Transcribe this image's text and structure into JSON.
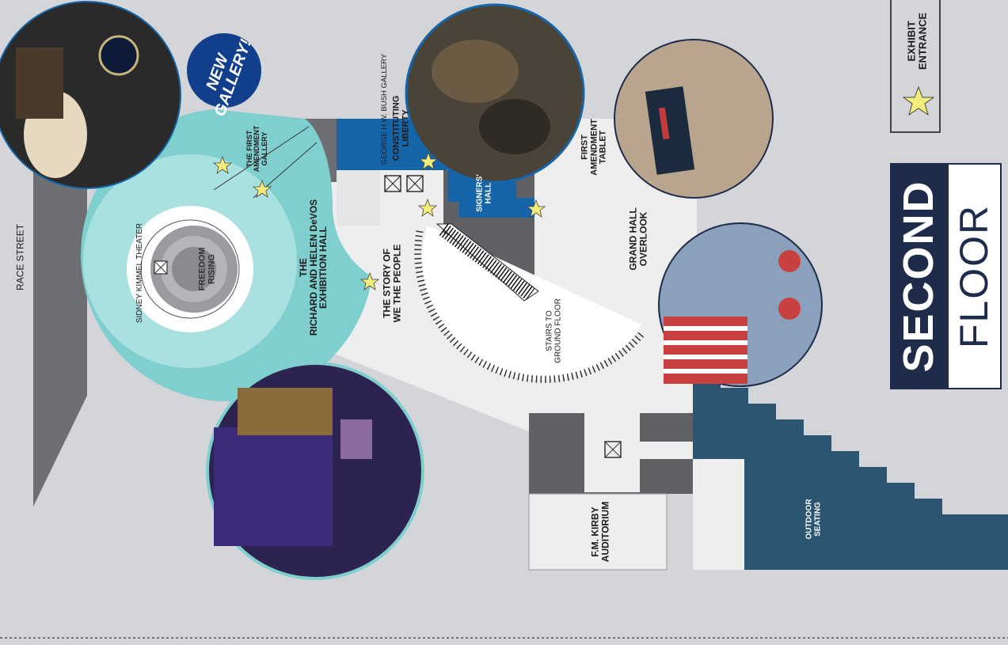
{
  "floor": {
    "word1": "SECOND",
    "word2": "FLOOR"
  },
  "legend": {
    "label_line1": "EXHIBIT",
    "label_line2": "ENTRANCE",
    "icon": "star-icon"
  },
  "badge": {
    "line1": "NEW",
    "line2": "GALLERY!"
  },
  "labels": {
    "race_street": "RACE STREET",
    "theater_ring": "SIDNEY KIMMEL THEATER",
    "freedom_rising": [
      "FREEDOM",
      "RISING"
    ],
    "exhibition_hall": [
      "THE",
      "RICHARD AND HELEN DeVOS",
      "EXHIBITION HALL"
    ],
    "first_amendment_gallery": [
      "THE FIRST",
      "AMENDMENT",
      "GALLERY"
    ],
    "bush_gallery": [
      "GEORGE H.W. BUSH GALLERY"
    ],
    "constituting_liberty": [
      "CONSTITUTING",
      "LIBERTY"
    ],
    "story_we_the_people": [
      "THE STORY OF",
      "WE THE PEOPLE"
    ],
    "signers_hall": [
      "SIGNERS'",
      "HALL"
    ],
    "stairs": [
      "STAIRS TO",
      "GROUND FLOOR"
    ],
    "first_amendment_tablet": [
      "FIRST",
      "AMENDMENT",
      "TABLET"
    ],
    "grand_hall_overlook": [
      "GRAND HALL",
      "OVERLOOK"
    ],
    "kirby_auditorium": [
      "F.M. KIRBY",
      "AUDITORIUM"
    ],
    "outdoor_seating": [
      "OUTDOOR",
      "SEATING"
    ]
  },
  "colors": {
    "background": "#d4d5d8",
    "teal_hall": "#7fcfcf",
    "blue_gallery": "#1565a8",
    "navy": "#1e2b4a",
    "outdoor": "#2b5570",
    "star": "#f2ec7a"
  }
}
